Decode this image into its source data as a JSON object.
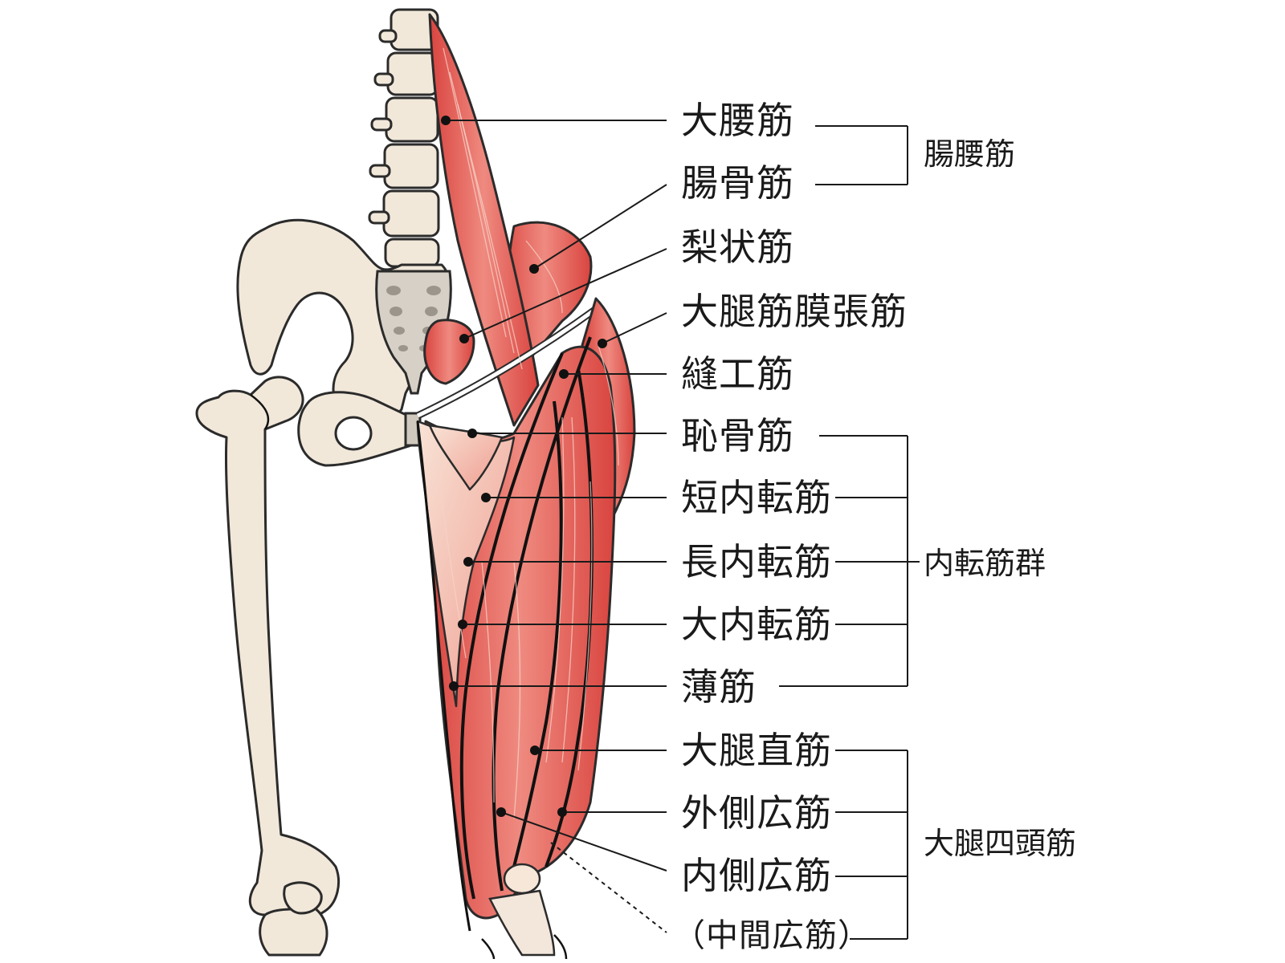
{
  "labels": {
    "psoas_major": "大腰筋",
    "iliacus": "腸骨筋",
    "piriformis": "梨状筋",
    "tfl": "大腿筋膜張筋",
    "sartorius": "縫工筋",
    "pectineus": "恥骨筋",
    "adductor_brevis": "短内転筋",
    "adductor_longus": "長内転筋",
    "adductor_magnus": "大内転筋",
    "gracilis": "薄筋",
    "rectus_femoris": "大腿直筋",
    "vastus_lateralis": "外側広筋",
    "vastus_medialis": "内側広筋",
    "vastus_intermedius": "（中間広筋）"
  },
  "groups": {
    "iliopsoas": "腸腰筋",
    "adductors": "内転筋群",
    "quadriceps": "大腿四頭筋"
  },
  "colors": {
    "bone": "#f1e8da",
    "muscle": "#e4605c",
    "muscle_light": "#f3b6a6",
    "line": "#1a1a1a"
  }
}
